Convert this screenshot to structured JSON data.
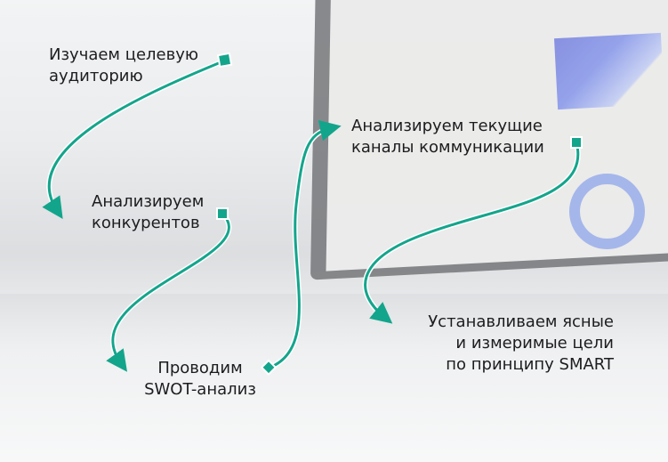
{
  "accent_color": "#13a58c",
  "steps": [
    {
      "lines": [
        "Изучаем целевую",
        "аудиторию"
      ]
    },
    {
      "lines": [
        "Анализируем",
        "конкурентов"
      ]
    },
    {
      "lines": [
        "Анализируем текущие",
        "каналы коммуникации"
      ]
    },
    {
      "lines": [
        "Проводим",
        "SWOT-анализ"
      ]
    },
    {
      "lines": [
        "Устанавливаем ясные",
        "и измеримые цели",
        "по принципу SMART"
      ]
    }
  ]
}
